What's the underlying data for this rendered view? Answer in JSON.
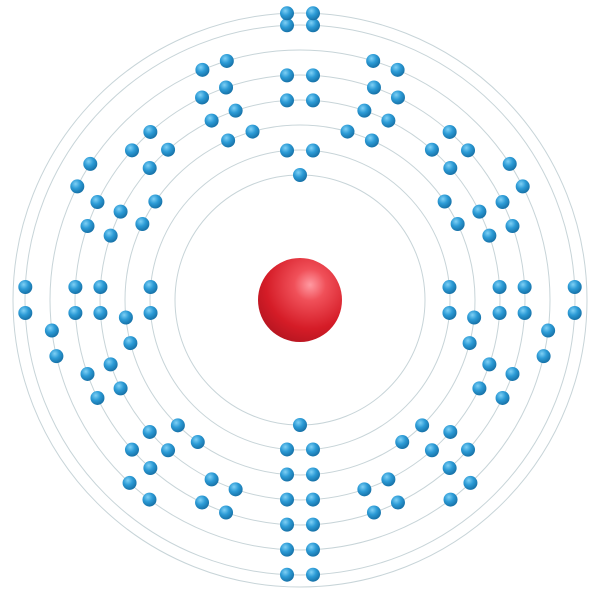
{
  "diagram": {
    "type": "bohr-model",
    "shell_electron_counts": [
      2,
      8,
      18,
      32,
      32,
      18,
      8,
      2
    ],
    "colors": {
      "nucleus": "#dc1f2a",
      "electron": "#1e88c7",
      "shell_ring": "#c7d4d8",
      "background": "#ffffff"
    }
  }
}
